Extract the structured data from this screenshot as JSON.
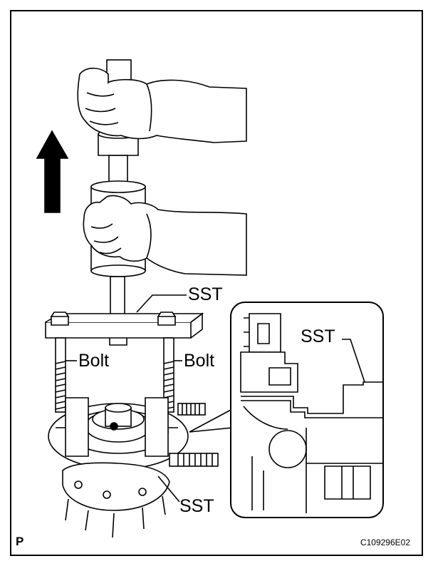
{
  "labels": {
    "sst_top": "SST",
    "bolt_left": "Bolt",
    "bolt_right": "Bolt",
    "sst_bottom": "SST",
    "sst_detail": "SST"
  },
  "footer": {
    "page_mark": "P",
    "figure_code": "C109296E02"
  },
  "colors": {
    "ink": "#000000",
    "paper": "#ffffff"
  }
}
